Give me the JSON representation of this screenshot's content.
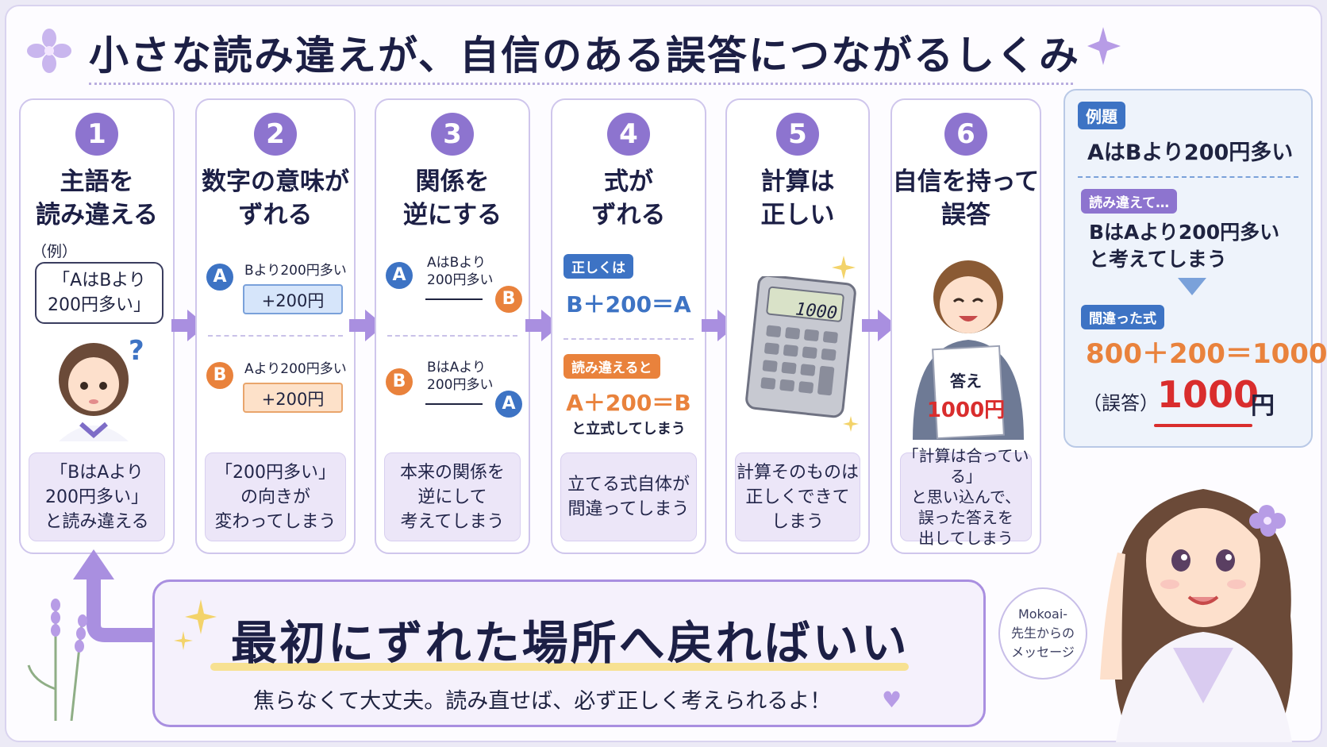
{
  "title": "小さな読み違えが、自信のある誤答につながるしくみ",
  "steps": [
    {
      "num": "1",
      "title": "主語を\n読み違える",
      "bottom": "「BはAより\n200円多い」\nと読み違える"
    },
    {
      "num": "2",
      "title": "数字の意味が\nずれる",
      "bottom": "「200円多い」\nの向きが\n変わってしまう"
    },
    {
      "num": "3",
      "title": "関係を\n逆にする",
      "bottom": "本来の関係を\n逆にして\n考えてしまう"
    },
    {
      "num": "4",
      "title": "式が\nずれる",
      "bottom": "立てる式自体が\n間違ってしまう"
    },
    {
      "num": "5",
      "title": "計算は\n正しい",
      "bottom": "計算そのものは\n正しくできて\nしまう"
    },
    {
      "num": "6",
      "title": "自信を持って\n誤答",
      "bottom": "「計算は合っている」\nと思い込んで、\n誤った答えを\n出してしまう"
    }
  ],
  "step1": {
    "example_label": "（例）",
    "quote": "「AはBより\n200円多い」",
    "question": "?"
  },
  "step2": {
    "a_letter": "A",
    "a_text": "Bより200円多い",
    "a_box": "+200円",
    "b_letter": "B",
    "b_text": "Aより200円多い",
    "b_box": "+200円"
  },
  "step3": {
    "top_text": "AはBより\n200円多い",
    "top_from": "A",
    "top_to": "B",
    "bottom_text": "BはAより\n200円多い",
    "bottom_from": "B",
    "bottom_to": "A"
  },
  "step4": {
    "correct_label": "正しくは",
    "correct_formula": "B＋200＝A",
    "wrong_label": "読み違えると",
    "wrong_formula": "A＋200＝B",
    "wrong_note": "と立式してしまう"
  },
  "step5": {
    "display": "1000"
  },
  "step6": {
    "paper_label": "答え",
    "paper_value": "1000円"
  },
  "example": {
    "label": "例題",
    "problem": "AはBより200円多い",
    "misread_label": "読み違えて…",
    "misread": "BはAより200円多い\nと考えてしまう",
    "wrong_formula_label": "間違った式",
    "wrong_formula": "800＋200＝1000",
    "answer_prefix": "（誤答）",
    "answer_value": "1000",
    "answer_unit": "円"
  },
  "message": {
    "main": "最初にずれた場所へ戻ればいい",
    "sub": "焦らなくて大丈夫。読み直せば、必ず正しく考えられるよ！"
  },
  "teacher_bubble": "Mokoai-\n先生からの\nメッセージ",
  "colors": {
    "purple": "#8d74cf",
    "blue": "#3d73c4",
    "orange": "#e9823c",
    "red": "#d92d2d"
  }
}
